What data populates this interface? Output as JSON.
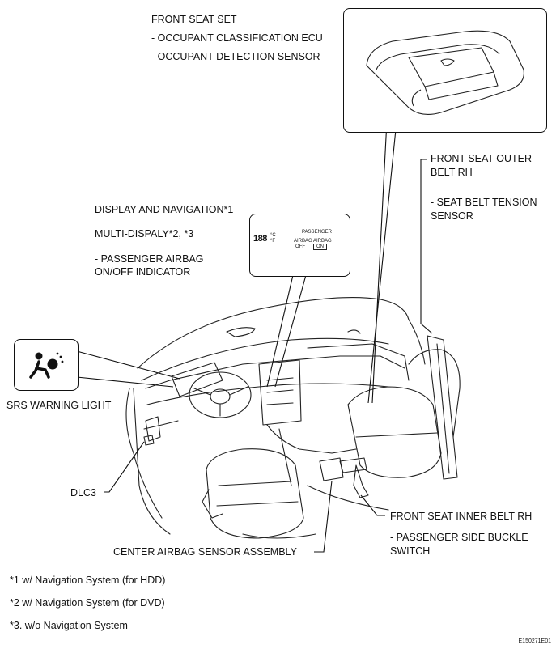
{
  "labels": {
    "front_seat_set": "FRONT SEAT SET",
    "occupant_classification_ecu": "- OCCUPANT CLASSIFICATION ECU",
    "occupant_detection_sensor": "- OCCUPANT DETECTION SENSOR",
    "front_seat_outer_belt_1": "FRONT SEAT OUTER",
    "front_seat_outer_belt_2": "BELT RH",
    "seat_belt_tension_1": "- SEAT BELT TENSION",
    "seat_belt_tension_2": "SENSOR",
    "display_navigation": "DISPLAY AND NAVIGATION*1",
    "multi_display": "MULTI-DISPALY*2, *3",
    "passenger_airbag_1": "- PASSENGER AIRBAG",
    "passenger_airbag_2": "ON/OFF INDICATOR",
    "srs_warning_light": "SRS WARNING LIGHT",
    "dlc3": "DLC3",
    "front_seat_inner_belt": "FRONT SEAT INNER BELT RH",
    "passenger_buckle_1": "- PASSENGER SIDE BUCKLE",
    "passenger_buckle_2": "SWITCH",
    "center_airbag_sensor": "CENTER AIRBAG SENSOR ASSEMBLY"
  },
  "indicator_display": {
    "passenger": "PASSENGER",
    "airbag_label": "AIRBAG",
    "airbag_state_label": "AIRBAG",
    "off": "OFF",
    "on": "ON",
    "segment": "188",
    "unit_c": "°C",
    "unit_f": "°F"
  },
  "footnotes": [
    "*1  w/ Navigation System (for HDD)",
    "*2  w/ Navigation System (for DVD)",
    "*3. w/o Navigation System"
  ],
  "figure_code": "E150271E01"
}
